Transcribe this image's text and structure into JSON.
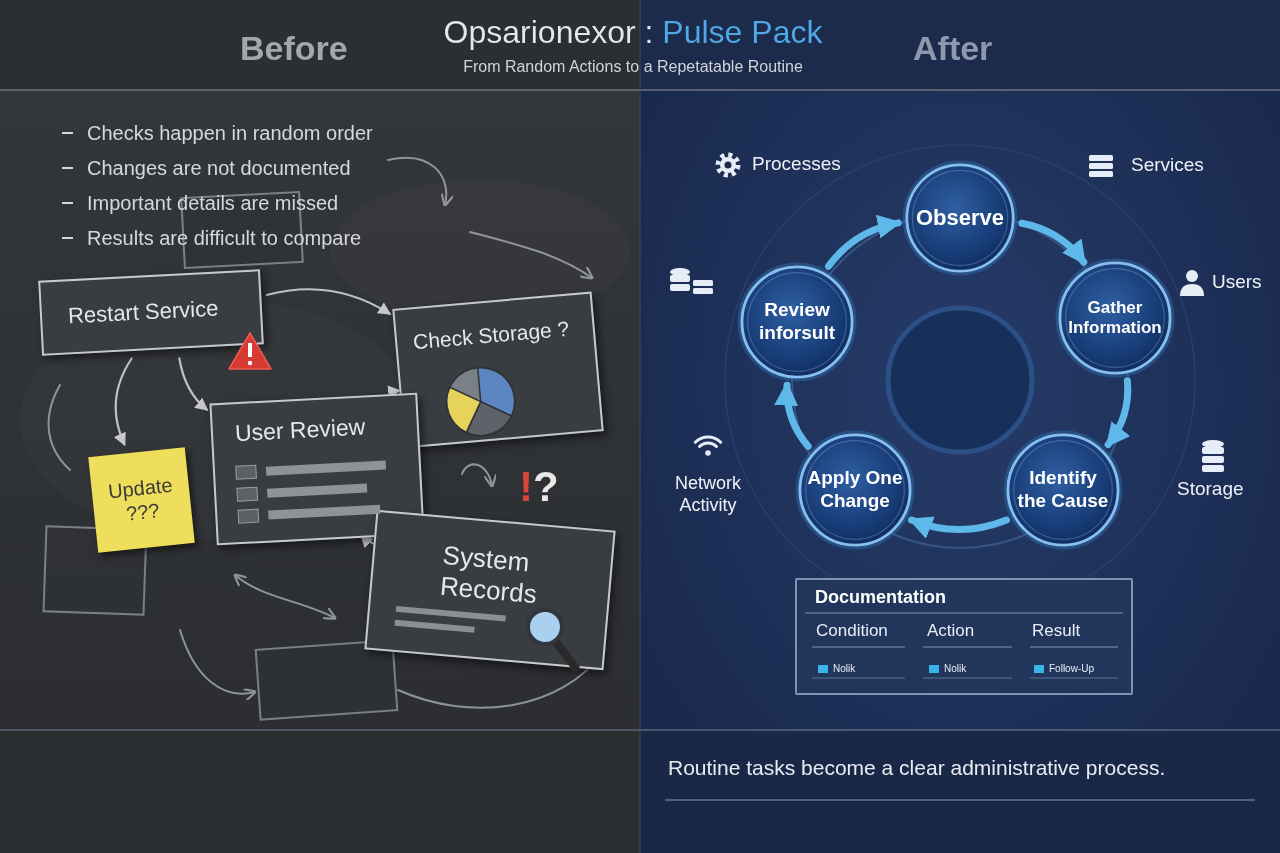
{
  "diagram": {
    "title": "Opsarionexor : Pulse Pack",
    "caption": "Routine tasks become a clear administrative process.",
    "nodes": [
      {
        "text": [
          "Restart Service"
        ]
      },
      {
        "text": [
          "Check Storage ?"
        ]
      },
      {
        "text": [
          "User Review"
        ]
      },
      {
        "text": [
          "Update ???"
        ]
      },
      {
        "text": [
          "System Records"
        ]
      },
      {
        "text": [
          "Observe"
        ]
      },
      {
        "text": [
          "Gather Information"
        ]
      },
      {
        "text": [
          "Identify the Cause"
        ]
      },
      {
        "text": [
          "Apply One Change"
        ]
      },
      {
        "text": [
          "Review inforsult"
        ]
      },
      {
        "text": [
          "Documentation"
        ]
      }
    ],
    "edges": [
      {
        "from": 0,
        "to": 1,
        "arrow": "to"
      },
      {
        "from": 1,
        "to": 2,
        "arrow": "to"
      },
      {
        "from": 0,
        "to": 2,
        "arrow": "to"
      },
      {
        "from": 0,
        "to": 3,
        "arrow": "to"
      },
      {
        "from": 2,
        "to": 4,
        "arrow": "both"
      },
      {
        "from": 5,
        "to": 6,
        "arrow": "to"
      },
      {
        "from": 6,
        "to": 7,
        "arrow": "to"
      },
      {
        "from": 7,
        "to": 8,
        "arrow": "to"
      },
      {
        "from": 8,
        "to": 9,
        "arrow": "to"
      },
      {
        "from": 9,
        "to": 5,
        "arrow": "to"
      }
    ],
    "labels": [
      "Before",
      "After",
      "From Random Actions to a Repetatable Routine",
      "Checks happen in random order",
      "Changes are not documented",
      "Important details are missed",
      "Results are difficult to compare",
      "!?",
      "Processes",
      "Services",
      "Users",
      "Network Activity",
      "Storage",
      "Condition",
      "Action",
      "Result",
      "Nolik",
      "Nolik",
      "Follow-Up"
    ]
  }
}
